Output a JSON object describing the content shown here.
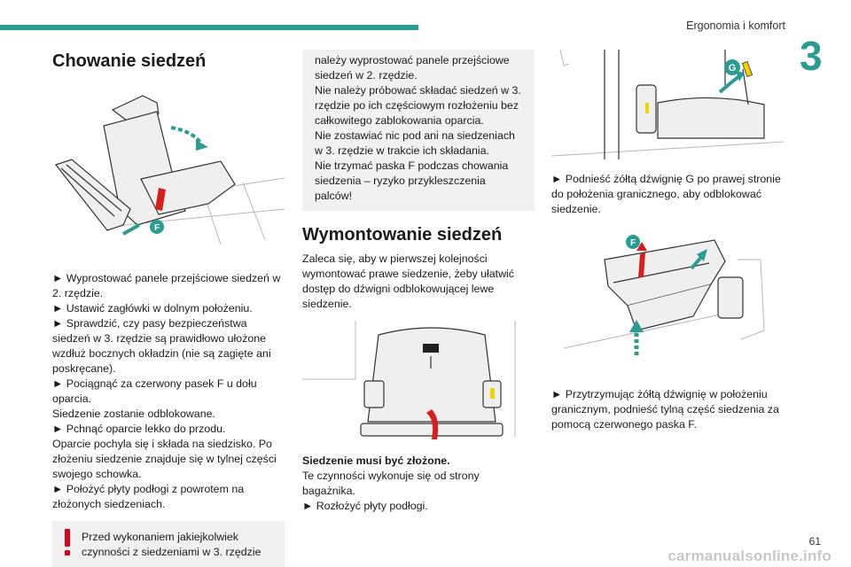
{
  "header": {
    "section_title": "Ergonomia i komfort",
    "chapter_number": "3"
  },
  "col1": {
    "title": "Chowanie siedzeń",
    "figure_label": "F",
    "paragraphs": [
      "► Wyprostować panele przejściowe siedzeń w 2. rzędzie.",
      "► Ustawić zagłówki w dolnym położeniu.",
      "► Sprawdzić, czy pasy bezpieczeństwa siedzeń w 3. rzędzie są prawidłowo ułożone wzdłuż bocznych okładzin (nie są zagięte ani poskręcane).",
      "► Pociągnąć za czerwony pasek F u dołu oparcia.",
      "Siedzenie zostanie odblokowane.",
      "► Pchnąć oparcie lekko do przodu.",
      "Oparcie pochyla się i składa na siedzisko. Po złożeniu siedzenie znajduje się w tylnej części swojego schowka.",
      "► Położyć płyty podłogi z powrotem na złożonych siedzeniach."
    ],
    "warning": "Przed wykonaniem jakiejkolwiek czynności z siedzeniami w 3. rzędzie"
  },
  "col2": {
    "info_lines": [
      "należy wyprostować panele przejściowe siedzeń w 2. rzędzie.",
      "Nie należy próbować składać siedzeń w 3. rzędzie po ich częściowym rozłożeniu bez całkowitego zablokowania oparcia.",
      "Nie zostawiać nic pod ani na siedzeniach w 3. rzędzie w trakcie ich składania.",
      "Nie trzymać paska F podczas chowania siedzenia – ryzyko przykleszczenia palców!"
    ],
    "title": "Wymontowanie siedzeń",
    "intro": "Zaleca się, aby w pierwszej kolejności wymontować prawe siedzenie, żeby ułatwić dostęp do dźwigni odblokowującej lewe siedzenie.",
    "bold_note": "Siedzenie musi być złożone.",
    "steps": [
      "Te czynności wykonuje się od strony bagażnika.",
      "► Rozłożyć płyty podłogi."
    ]
  },
  "col3": {
    "figure1_label": "G",
    "step1": "► Podnieść żółtą dźwignię G po prawej stronie do położenia granicznego, aby odblokować siedzenie.",
    "figure2_label": "F",
    "step2": "► Przytrzymując żółtą dźwignię w położeniu granicznym, podnieść tylną część siedzenia za pomocą czerwonego paska F."
  },
  "footer": {
    "page_number": "61",
    "watermark": "carmanualsonline.info"
  },
  "colors": {
    "accent": "#2b9c91",
    "warning_red": "#e1001a",
    "strap_red": "#d91e1e",
    "lever_yellow": "#f2d200",
    "box_gray": "#f1f1f1"
  }
}
